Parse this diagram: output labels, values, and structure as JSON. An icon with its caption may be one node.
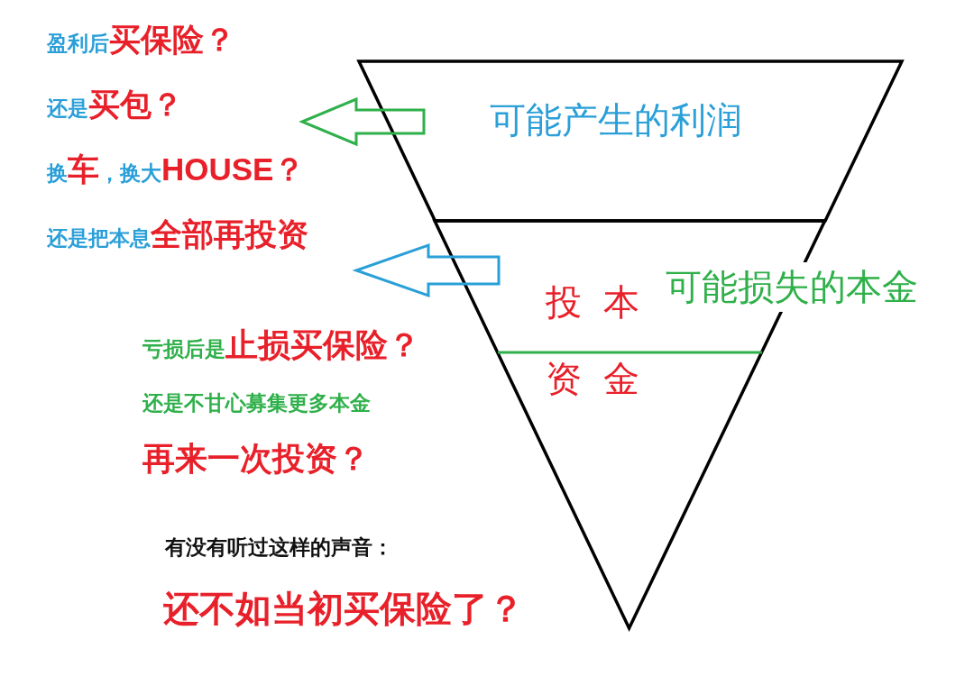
{
  "diagram": {
    "nodes": [
      {
        "text": [
          "可能产生的利润"
        ]
      },
      {
        "text": [
          "投本资金",
          "可能损失的本金"
        ]
      },
      {
        "text": [
          "盈利后**买保险？**",
          "还是**买包？**",
          "换**车**，换大**HOUSE？**",
          "还是把本息**全部再投资**"
        ]
      },
      {
        "text": [
          "亏损后是**止损买保险？**",
          "还是不甘心募集更多本金",
          "再来一次投资？"
        ]
      }
    ],
    "edges": [
      {
        "from": 0,
        "to": 2,
        "arrow": "to",
        "color": "#2fb04a"
      },
      {
        "from": 1,
        "to": 3,
        "arrow": "to",
        "color": "#2a9fd8"
      }
    ],
    "labels": [
      "有没有听过这样的声音：",
      "还不如当初买保险了？"
    ]
  }
}
